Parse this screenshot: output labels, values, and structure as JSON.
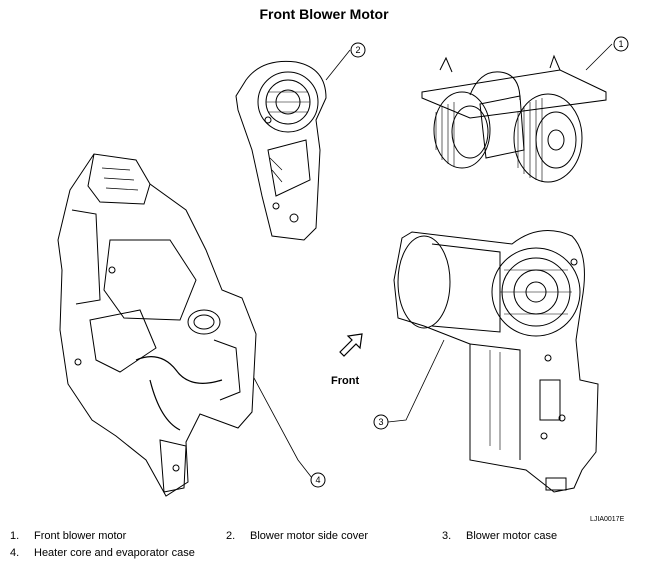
{
  "title": "Front Blower Motor",
  "front_label": "Front",
  "figure_id": "LJIA0017E",
  "callouts": [
    "1",
    "2",
    "3",
    "4"
  ],
  "legend": [
    {
      "num": "1.",
      "text": "Front blower motor"
    },
    {
      "num": "2.",
      "text": "Blower motor side cover"
    },
    {
      "num": "3.",
      "text": "Blower motor case"
    },
    {
      "num": "4.",
      "text": "Heater core and evaporator case"
    }
  ]
}
